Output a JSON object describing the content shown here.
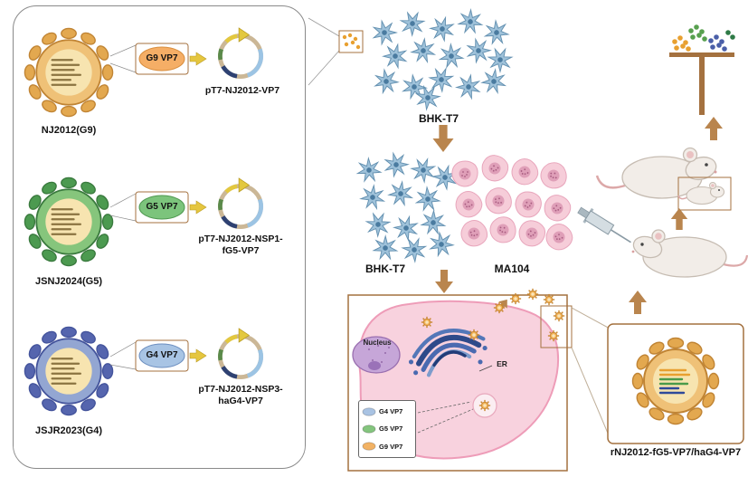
{
  "left_panel": {
    "rows": [
      {
        "virus_name": "NJ2012(G9)",
        "vp7": "G9 VP7",
        "plasmid_label": "pT7-NJ2012-VP7"
      },
      {
        "virus_name": "JSNJ2024(G5)",
        "vp7": "G5 VP7",
        "plasmid_label": "pT7-NJ2012-NSP1-\nfG5-VP7"
      },
      {
        "virus_name": "JSJR2023(G4)",
        "vp7": "G4 VP7",
        "plasmid_label": "pT7-NJ2012-NSP3-\nhaG4-VP7"
      }
    ]
  },
  "workflow": {
    "stage1_label": "BHK-T7",
    "stage2_left_label": "BHK-T7",
    "stage2_right_label": "MA104",
    "cell_diagram": {
      "nucleus_label": "Nucleus",
      "er_label": "ER",
      "legend": [
        {
          "label": "G4 VP7",
          "color": "#a9c3e3"
        },
        {
          "label": "G5 VP7",
          "color": "#84c57e"
        },
        {
          "label": "G9 VP7",
          "color": "#f2b264"
        }
      ]
    }
  },
  "result": {
    "virus_label": "rNJ2012-fG5-VP7/haG4-VP7"
  },
  "colors": {
    "arrow": "#b9854e",
    "box_border": "#a4713f",
    "g9_body": "#efc177",
    "g5_body": "#86c57c",
    "g4_body": "#93a6d2"
  }
}
